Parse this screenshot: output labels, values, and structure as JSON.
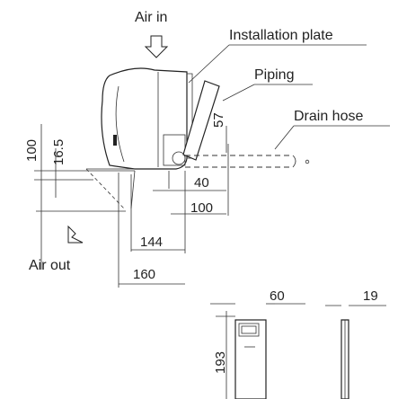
{
  "labels": {
    "air_in": "Air in",
    "installation_plate": "Installation plate",
    "piping": "Piping",
    "drain_hose": "Drain hose",
    "air_out": "Air out"
  },
  "dimensions": {
    "d100_left": "100",
    "d16_5": "16.5",
    "d57": "57",
    "d40": "40",
    "d100_bottom": "100",
    "d144": "144",
    "d160": "160",
    "d60": "60",
    "d19": "19",
    "d193": "193"
  },
  "colors": {
    "line": "#222222",
    "background": "#ffffff"
  }
}
